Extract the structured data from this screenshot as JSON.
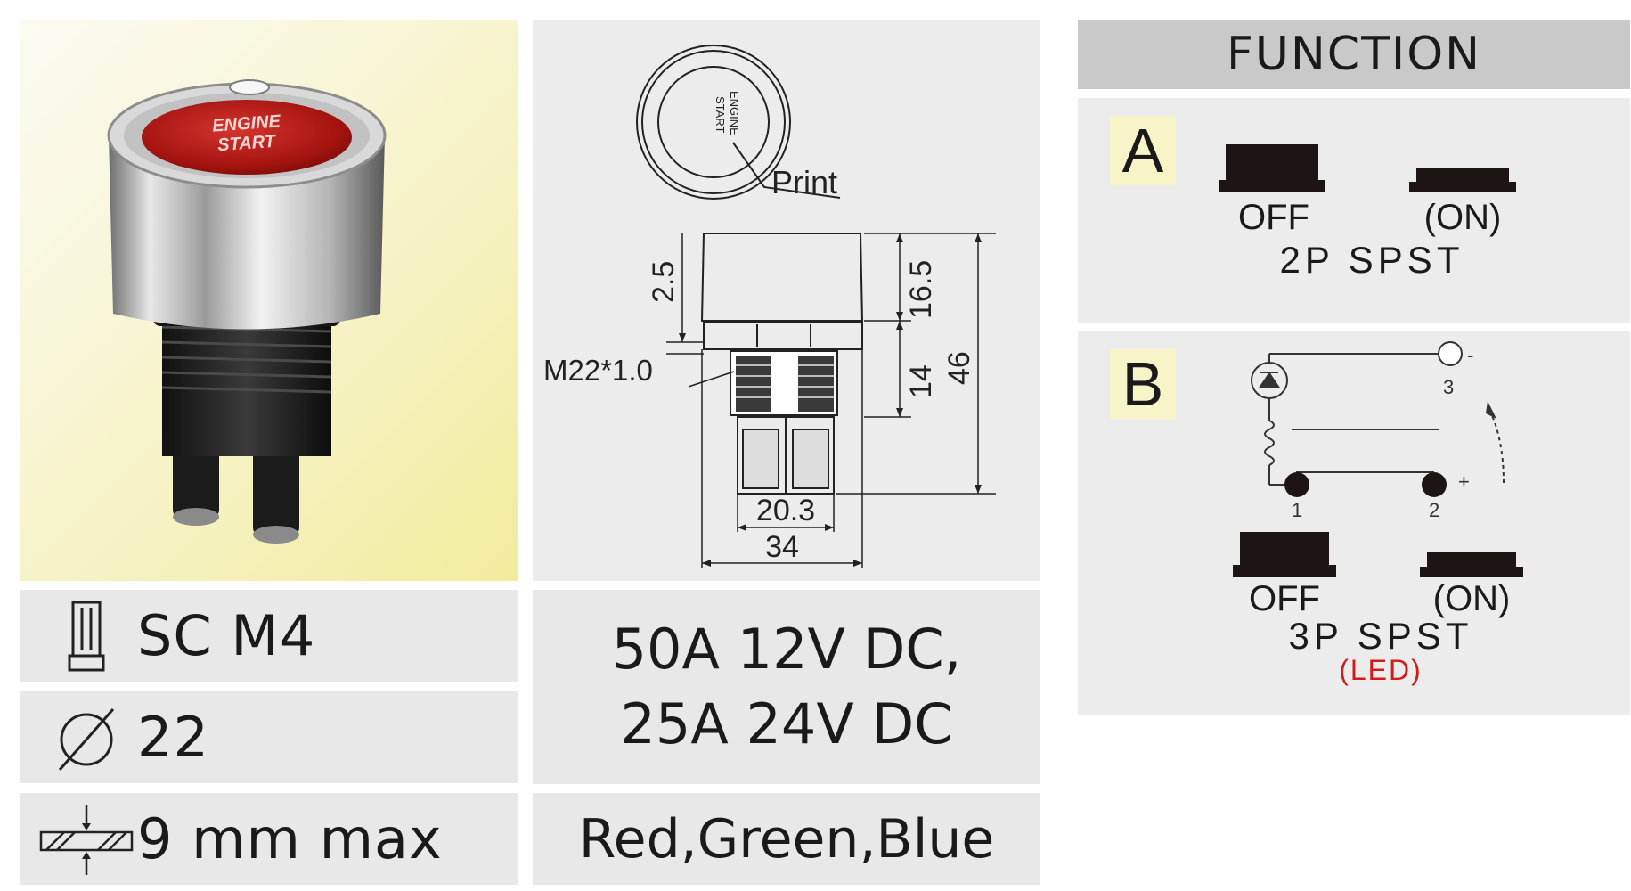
{
  "photo": {
    "cap_text_line1": "ENGINE",
    "cap_text_line2": "START"
  },
  "drawing": {
    "face_text_line1": "ENGINE",
    "face_text_line2": "START",
    "print_label": "Print",
    "dim_cap": "2.5",
    "dim_top": "16.5",
    "dim_mid": "14",
    "dim_total": "46",
    "thread_label": "M22*1.0",
    "dim_terminal_width": "20.3",
    "dim_width": "34"
  },
  "specs": {
    "terminal": "SC M4",
    "diameter": "22",
    "panel_thickness": "9 mm max"
  },
  "rating": {
    "line1": "50A 12V DC,",
    "line2": "25A 24V DC"
  },
  "colors": "Red,Green,Blue",
  "function": {
    "header": "FUNCTION",
    "a": {
      "letter": "A",
      "off": "OFF",
      "on": "(ON)",
      "type": "2P SPST"
    },
    "b": {
      "letter": "B",
      "off": "OFF",
      "on": "(ON)",
      "type": "3P SPST",
      "note": "(LED)",
      "pin1": "1",
      "pin2": "2",
      "pin3": "3",
      "minus": "-",
      "plus": "+"
    }
  }
}
